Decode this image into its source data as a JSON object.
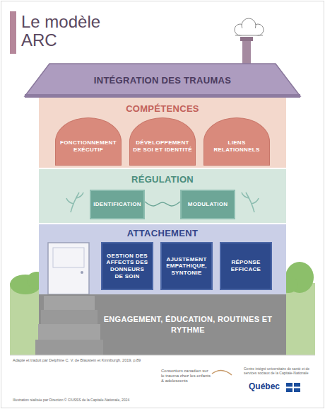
{
  "diagram": {
    "title": "Le modèle ARC",
    "nodes": [
      {
        "text": [
          "INTÉGRATION DES TRAUMAS"
        ]
      },
      {
        "text": [
          "COMPÉTENCES"
        ]
      },
      {
        "text": [
          "FONCTIONNEMENT EXÉCUTIF"
        ],
        "in": 1
      },
      {
        "text": [
          "DÉVELOPPEMENT DE SOI ET IDENTITÉ"
        ],
        "in": 1
      },
      {
        "text": [
          "LIENS RELATIONNELS"
        ],
        "in": 1
      },
      {
        "text": [
          "RÉGULATION"
        ]
      },
      {
        "text": [
          "IDENTIFICATION"
        ],
        "in": 5
      },
      {
        "text": [
          "MODULATION"
        ],
        "in": 5
      },
      {
        "text": [
          "ATTACHEMENT"
        ]
      },
      {
        "text": [
          "GESTION DES AFFECTS DES DONNEURS DE SOIN"
        ],
        "in": 8
      },
      {
        "text": [
          "AJUSTEMENT EMPATHIQUE, SYNTONIE"
        ],
        "in": 8
      },
      {
        "text": [
          "RÉPONSE EFFICACE"
        ],
        "in": 8
      },
      {
        "text": [
          "ENGAGEMENT, ÉDUCATION, ROUTINES ET RYTHME"
        ]
      }
    ],
    "edges": [
      {
        "from": 6,
        "to": 7,
        "arrow": "none"
      }
    ],
    "labels": [
      "Adapté et traduit par Delphine C. V. de Blaustein et Kinniburgh, 2019, p.89",
      "Consortium canadien sur le trauma chez les enfants & adolescents",
      "Centre intégré universitaire de santé et de services sociaux de la Capitale-Nationale",
      "Québec",
      "Illustration réalisée par Direction © CIUSSS de la Capitale-Nationale, 2024"
    ]
  }
}
